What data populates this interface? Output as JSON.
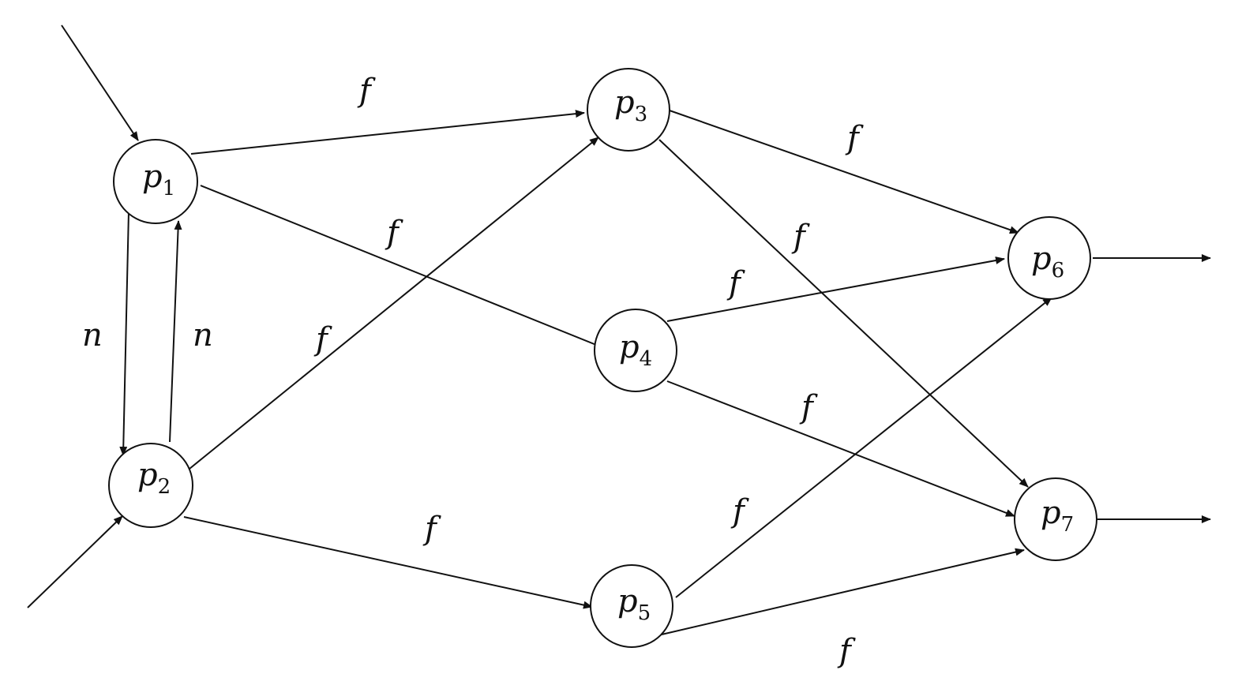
{
  "nodes": [
    {
      "id": "p1",
      "letter": "p",
      "sub": "1"
    },
    {
      "id": "p2",
      "letter": "p",
      "sub": "2"
    },
    {
      "id": "p3",
      "letter": "p",
      "sub": "3"
    },
    {
      "id": "p4",
      "letter": "p",
      "sub": "4"
    },
    {
      "id": "p5",
      "letter": "p",
      "sub": "5"
    },
    {
      "id": "p6",
      "letter": "p",
      "sub": "6"
    },
    {
      "id": "p7",
      "letter": "p",
      "sub": "7"
    }
  ],
  "edges": [
    {
      "from": "input",
      "to": "p1",
      "label": ""
    },
    {
      "from": "input",
      "to": "p2",
      "label": ""
    },
    {
      "from": "p1",
      "to": "p2",
      "label": "n"
    },
    {
      "from": "p2",
      "to": "p1",
      "label": "n"
    },
    {
      "from": "p1",
      "to": "p3",
      "label": "f"
    },
    {
      "from": "p1",
      "to": "p4",
      "label": "f"
    },
    {
      "from": "p2",
      "to": "p3",
      "label": "f"
    },
    {
      "from": "p2",
      "to": "p5",
      "label": "f"
    },
    {
      "from": "p3",
      "to": "p6",
      "label": "f"
    },
    {
      "from": "p3",
      "to": "p7",
      "label": "f"
    },
    {
      "from": "p4",
      "to": "p6",
      "label": "f"
    },
    {
      "from": "p4",
      "to": "p7",
      "label": "f"
    },
    {
      "from": "p5",
      "to": "p6",
      "label": "f"
    },
    {
      "from": "p5",
      "to": "p7",
      "label": "f"
    },
    {
      "from": "p6",
      "to": "output",
      "label": ""
    },
    {
      "from": "p7",
      "to": "output",
      "label": ""
    }
  ]
}
